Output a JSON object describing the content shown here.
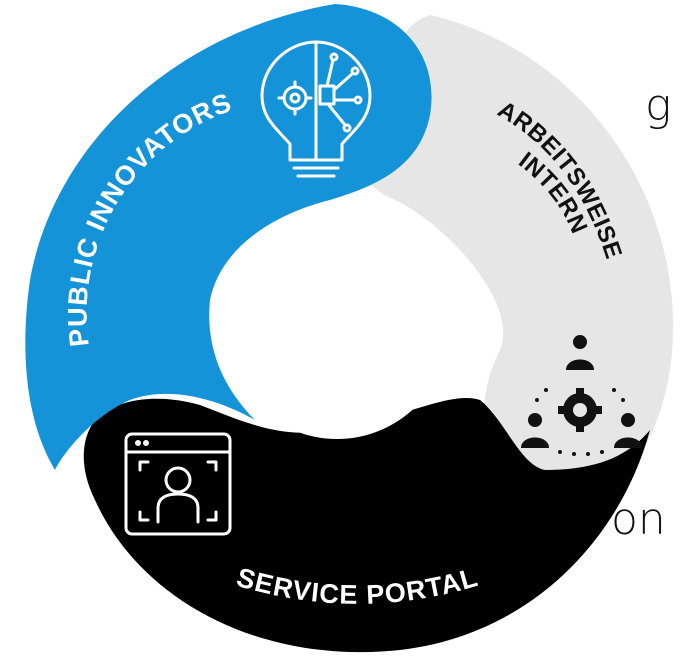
{
  "diagram": {
    "segments": [
      {
        "label": "PUBLIC INNOVATORS",
        "color": "#1593d9",
        "icon": "lightbulb-circuit-icon",
        "text_color": "#ffffff"
      },
      {
        "label_line1": "ARBEITSWEISE",
        "label_line2": "INTERN",
        "color": "#e6e6e6",
        "icon": "team-gear-icon",
        "text_color": "#111111"
      },
      {
        "label": "SERVICE PORTAL",
        "color": "#000000",
        "icon": "user-profile-window-icon",
        "text_color": "#ffffff"
      }
    ]
  },
  "edge_text": {
    "top": "g",
    "bottom": "on"
  }
}
